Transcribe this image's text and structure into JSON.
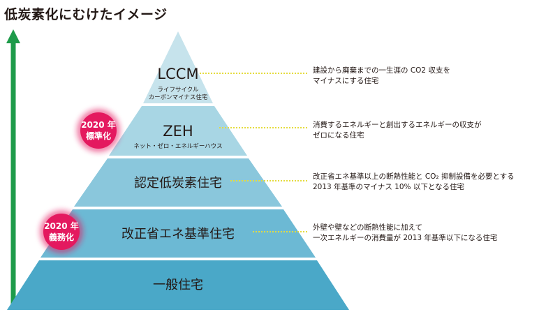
{
  "title": "低炭素化にむけたイメージ",
  "colors": {
    "arrow": "#1e9b4a",
    "tier1": "#c6e3ec",
    "tier2": "#a8d6e4",
    "tier3": "#8ac7dc",
    "tier4": "#6cb9d4",
    "tier5": "#4aa8c8",
    "leader": "#e5dc3f",
    "badge": "#e4195f"
  },
  "tiers": [
    {
      "label": "LCCM",
      "sublabel_line1": "ライフサイクル",
      "sublabel_line2": "カーボンマイナス住宅",
      "desc_line1": "建設から廃棄までの一生涯の CO2 収支を",
      "desc_line2": "マイナスにする住宅"
    },
    {
      "label": "ZEH",
      "sublabel_line1": "ネット・ゼロ・エネルギーハウス",
      "desc_line1": "消費するエネルギーと創出するエネルギーの収支が",
      "desc_line2": "ゼロになる住宅"
    },
    {
      "label": "認定低炭素住宅",
      "desc_line1": "改正省エネ基準以上の断熱性能と CO₂ 抑制設備を必要とする",
      "desc_line2": "2013 年基準のマイナス 10% 以下となる住宅"
    },
    {
      "label": "改正省エネ基準住宅",
      "desc_line1": "外壁や壁などの断熱性能に加えて",
      "desc_line2": "一次エネルギーの消費量が 2013 年基準以下になる住宅"
    },
    {
      "label": "一般住宅"
    }
  ],
  "badges": [
    {
      "line1": "2020 年",
      "line2": "標準化"
    },
    {
      "line1": "2020 年",
      "line2": "義務化"
    }
  ]
}
